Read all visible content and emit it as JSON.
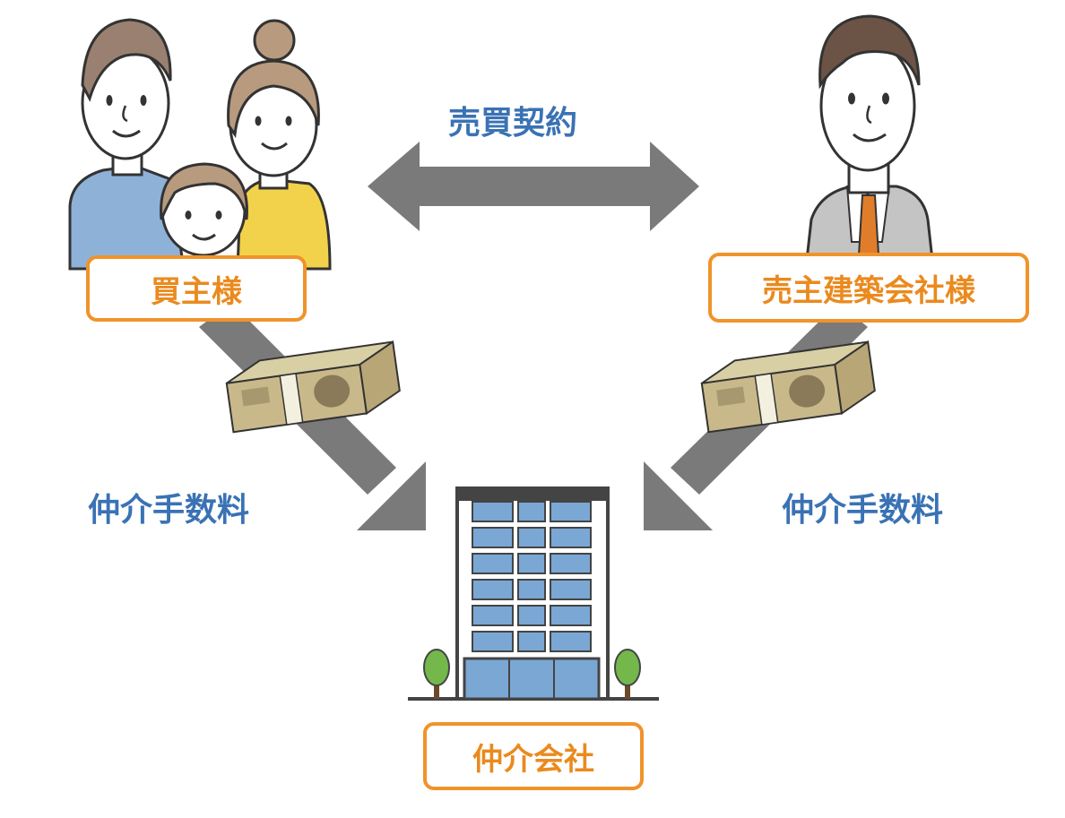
{
  "center_label": "売買契約",
  "buyer_label": "買主様",
  "seller_label": "売主建築会社様",
  "fee_left": "仲介手数料",
  "fee_right": "仲介手数料",
  "agency_label": "仲介会社",
  "colors": {
    "accent_orange": "#f0932b",
    "text_blue": "#3a72b4",
    "arrow_gray": "#7a7a7a",
    "building_blue": "#7ba7d4"
  }
}
